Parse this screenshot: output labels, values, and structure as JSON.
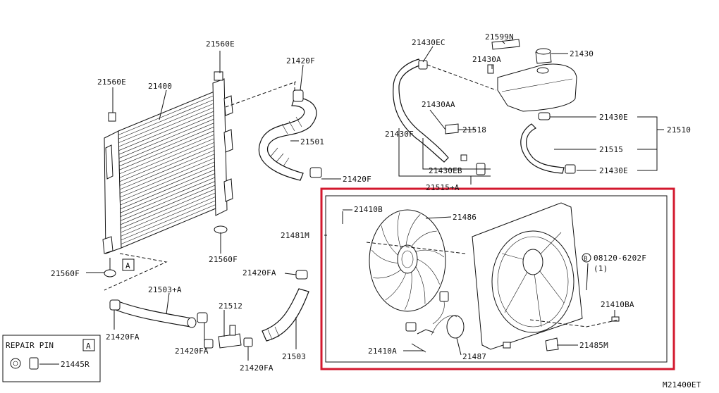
{
  "diagram_id": "M21400ET",
  "repair_pin": {
    "title": "REPAIR PIN",
    "marker": "A",
    "part": "21445R"
  },
  "labels": {
    "p21560E_top": "21560E",
    "p21560E_left": "21560E",
    "p21400": "21400",
    "p21420F_top": "21420F",
    "p21501": "21501",
    "p21420F_mid": "21420F",
    "p21560F_bottom": "21560F",
    "p21560F_right": "21560F",
    "marker_A": "A",
    "p21503A": "21503+A",
    "p21512": "21512",
    "p21420FA_right": "21420FA",
    "p21420FA_left": "21420FA",
    "p21420FA_mid": "21420FA",
    "p21420FA_bottom": "21420FA",
    "p21503": "21503",
    "p21430EC": "21430EC",
    "p21599N": "21599N",
    "p21430A": "21430A",
    "p21430": "21430",
    "p21430AA": "21430AA",
    "p21518": "21518",
    "p21430F": "21430F",
    "p21430EB": "21430EB",
    "p21515A": "21515+A",
    "p21430E_top": "21430E",
    "p21510": "21510",
    "p21515": "21515",
    "p21430E_bottom": "21430E",
    "p21481M": "21481M",
    "p21410B": "21410B",
    "p21486": "21486",
    "p08120": "08120-6202F",
    "p08120_qty": "(1)",
    "bolt_marker": "B",
    "p21410BA": "21410BA",
    "p21410A": "21410A",
    "p21487": "21487",
    "p21485M": "21485M"
  },
  "colors": {
    "highlight": "#d3182e",
    "ink": "#111111"
  }
}
